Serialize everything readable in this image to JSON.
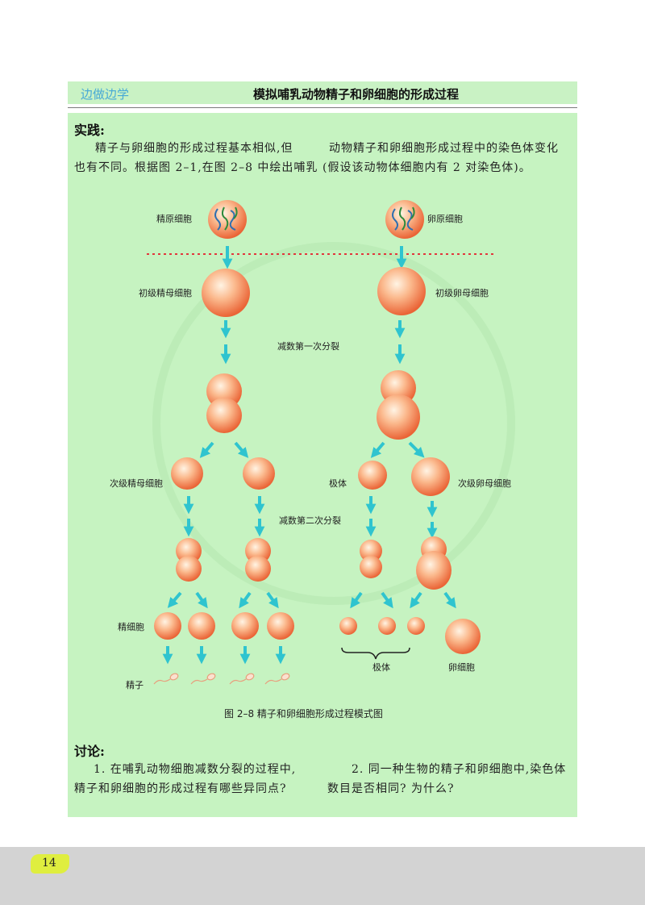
{
  "header": {
    "left_label": "边做边学",
    "title": "模拟哺乳动物精子和卵细胞的形成过程"
  },
  "practice": {
    "heading": "实践:",
    "col1_line1": "精子与卵细胞的形成过程基本相似,但",
    "col1_line2": "也有不同。根据图 2–1,在图 2–8 中绘出哺乳",
    "col2_line1": "动物精子和卵细胞形成过程中的染色体变化",
    "col2_line2": "(假设该动物体细胞内有 2 对染色体)。"
  },
  "figure": {
    "labels": {
      "spermatogonium": "精原细胞",
      "oogonium": "卵原细胞",
      "primary_spermatocyte": "初级精母细胞",
      "primary_oocyte": "初级卵母细胞",
      "meiosis1": "减数第一次分裂",
      "secondary_spermatocyte": "次级精母细胞",
      "polar_body": "极体",
      "secondary_oocyte": "次级卵母细胞",
      "meiosis2": "减数第二次分裂",
      "spermatid": "精细胞",
      "sperm": "精子",
      "polar_bodies": "极体",
      "egg": "卵细胞"
    },
    "caption": "图 2–8   精子和卵细胞形成过程模式图"
  },
  "discussion": {
    "heading": "讨论:",
    "q1_line1": "1. 在哺乳动物细胞减数分裂的过程中,",
    "q1_line2": "精子和卵细胞的形成过程有哪些异同点?",
    "q2_line1": "2. 同一种生物的精子和卵细胞中,染色体",
    "q2_line2": "数目是否相同? 为什么?"
  },
  "colors": {
    "cell": "#f07a48",
    "arrow": "#2fc4cf",
    "dotted_line": "#e2363c",
    "panel": "#c6f3c1"
  },
  "page_number": "14"
}
